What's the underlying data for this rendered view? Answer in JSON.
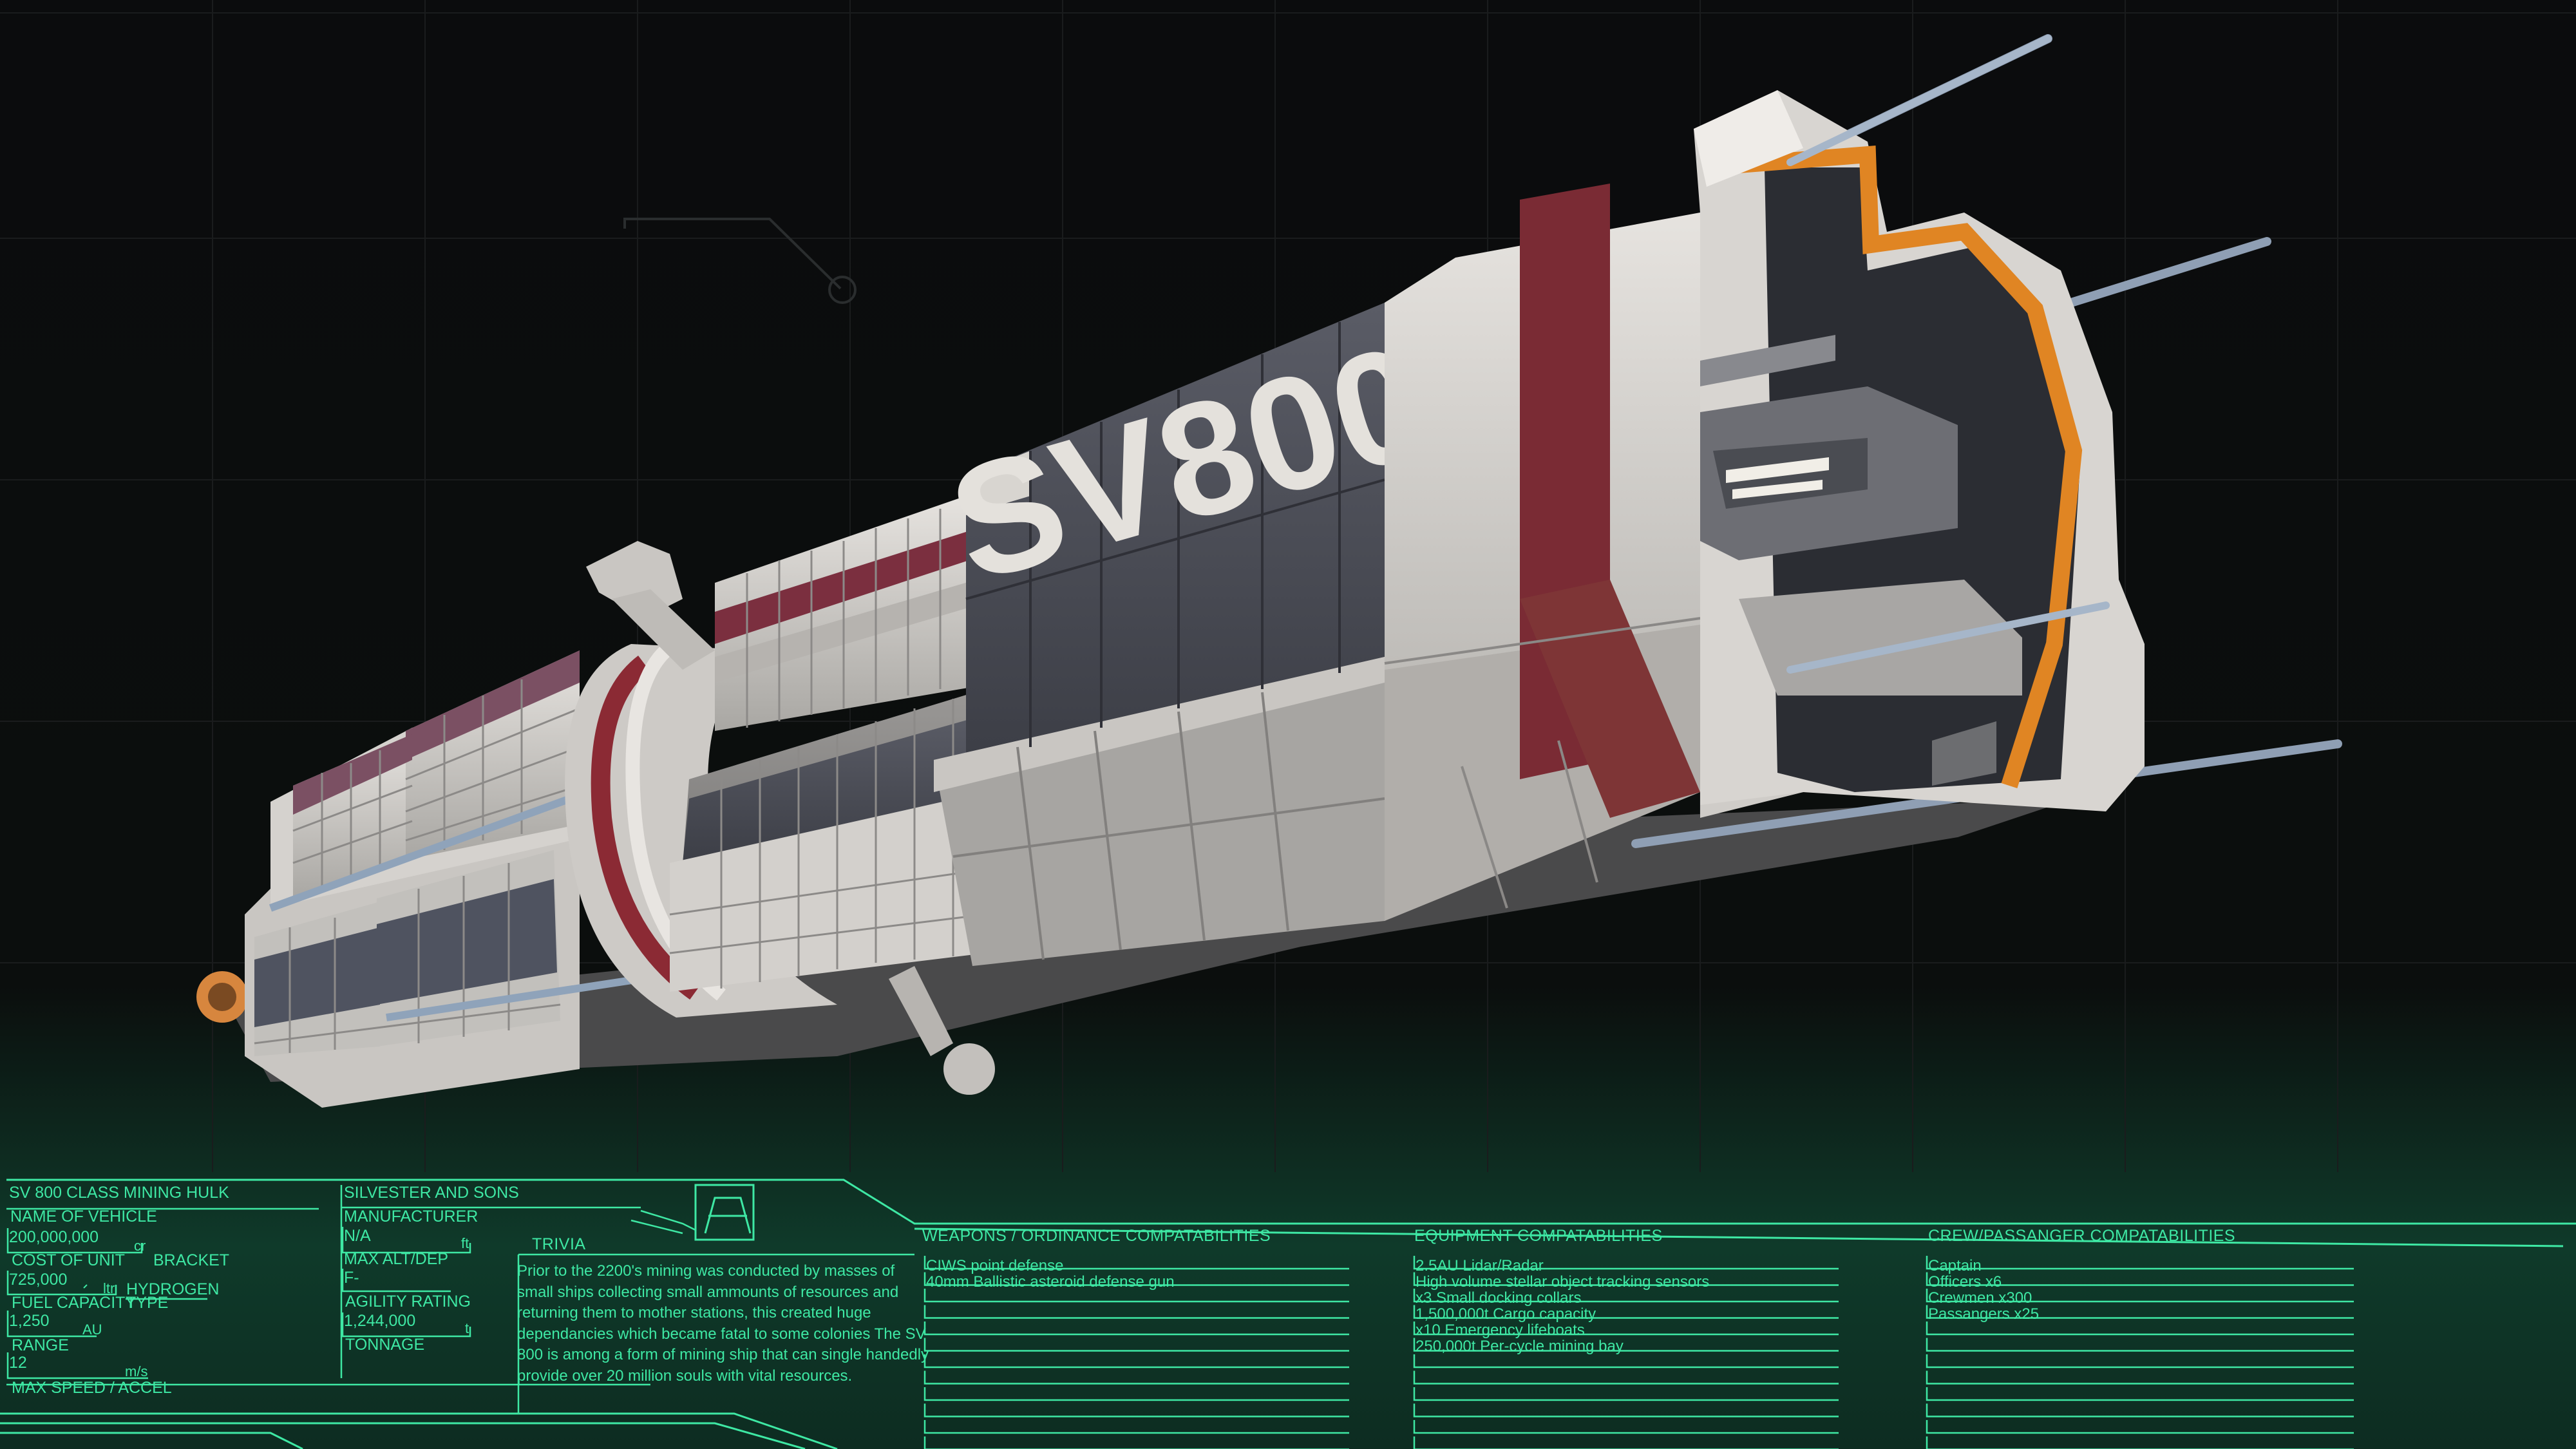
{
  "hull_text": "SV800",
  "colors": {
    "accent": "#3ee8a4",
    "background": "#0b0c0d",
    "hull_light": "#d9d6d1",
    "hull_dark": "#55565e",
    "stripe": "#7a2b34",
    "orange": "#e07a1c"
  },
  "specs": {
    "vehicle_name": "SV 800 CLASS MINING HULK",
    "vehicle_name_label": "NAME OF VEHICLE",
    "cost_value": "200,000,000",
    "cost_unit": "cr",
    "cost_label": "COST OF UNIT",
    "bracket_label": "BRACKET",
    "fuel_value": "725,000",
    "fuel_unit": "ltr",
    "fuel_type": "HYDROGEN",
    "fuel_label": "FUEL CAPACITY",
    "type_label": "TYPE",
    "range_value": "1,250",
    "range_unit": "AU",
    "range_label": "RANGE",
    "speed_value": "12",
    "speed_unit": "m/s",
    "speed_label": "MAX SPEED / ACCEL",
    "manufacturer_value": "SILVESTER AND SONS",
    "manufacturer_label": "MANUFACTURER",
    "alt_value": "N/A",
    "alt_unit": "ft",
    "alt_label": "MAX ALT/DEP",
    "agility_value": "F-",
    "agility_label": "AGILITY RATING",
    "tonnage_value": "1,244,000",
    "tonnage_unit": "t",
    "tonnage_label": "TONNAGE"
  },
  "trivia": {
    "title": "TRIVIA",
    "text": "Prior to the 2200's mining was conducted by masses of small ships collecting small ammounts of resources and returning them to mother stations, this created huge dependancies which became fatal to some colonies The SV 800 is among a form of mining ship that can single handedly provide over 20 million souls with vital resources."
  },
  "weapons": {
    "title": "WEAPONS / ORDINANCE COMPATABILITIES",
    "items": [
      "CIWS point defense",
      "40mm Ballistic asteroid defense gun"
    ]
  },
  "equipment": {
    "title": "EQUIPMENT COMPATABILITIES",
    "items": [
      "2.5AU Lidar/Radar",
      "High volume stellar object tracking sensors",
      "x3 Small docking collars",
      "1,500,000t Cargo capacity",
      "x10 Emergency lifeboats",
      "250,000t Per-cycle mining bay"
    ]
  },
  "crew": {
    "title": "CREW/PASSANGER COMPATABILITIES",
    "items": [
      "Captain",
      "Officers x6",
      "Crewmen x300",
      "Passangers x25"
    ]
  }
}
